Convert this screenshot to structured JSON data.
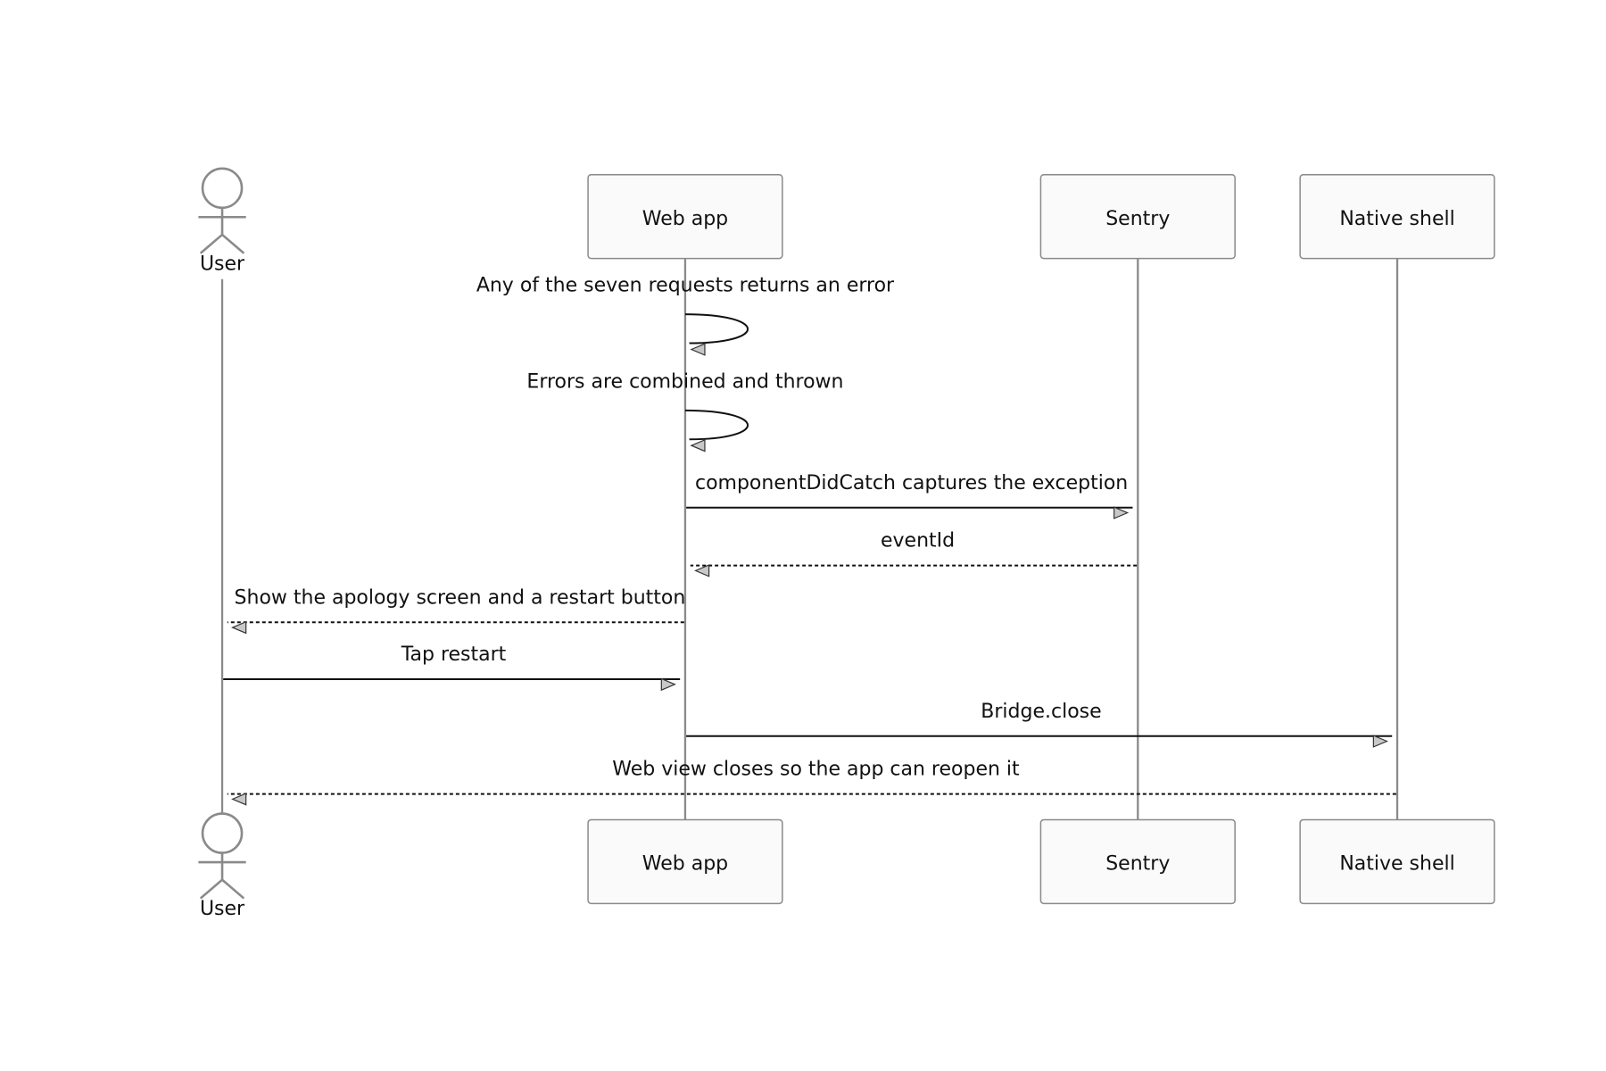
{
  "participants": [
    {
      "id": "user",
      "label": "User",
      "kind": "actor"
    },
    {
      "id": "webapp",
      "label": "Web app",
      "kind": "box"
    },
    {
      "id": "sentry",
      "label": "Sentry",
      "kind": "box"
    },
    {
      "id": "native",
      "label": "Native shell",
      "kind": "box"
    }
  ],
  "messages": [
    {
      "from": "webapp",
      "to": "webapp",
      "label": "Any of the seven requests returns an error",
      "style": "solid"
    },
    {
      "from": "webapp",
      "to": "webapp",
      "label": "Errors are combined and thrown",
      "style": "solid"
    },
    {
      "from": "webapp",
      "to": "sentry",
      "label": "componentDidCatch captures the exception",
      "style": "solid"
    },
    {
      "from": "sentry",
      "to": "webapp",
      "label": "eventId",
      "style": "dashed"
    },
    {
      "from": "webapp",
      "to": "user",
      "label": "Show the apology screen and a restart button",
      "style": "dashed"
    },
    {
      "from": "user",
      "to": "webapp",
      "label": "Tap restart",
      "style": "solid"
    },
    {
      "from": "webapp",
      "to": "native",
      "label": "Bridge.close",
      "style": "solid"
    },
    {
      "from": "native",
      "to": "user",
      "label": "Web view closes so the app can reopen it",
      "style": "dashed"
    }
  ]
}
